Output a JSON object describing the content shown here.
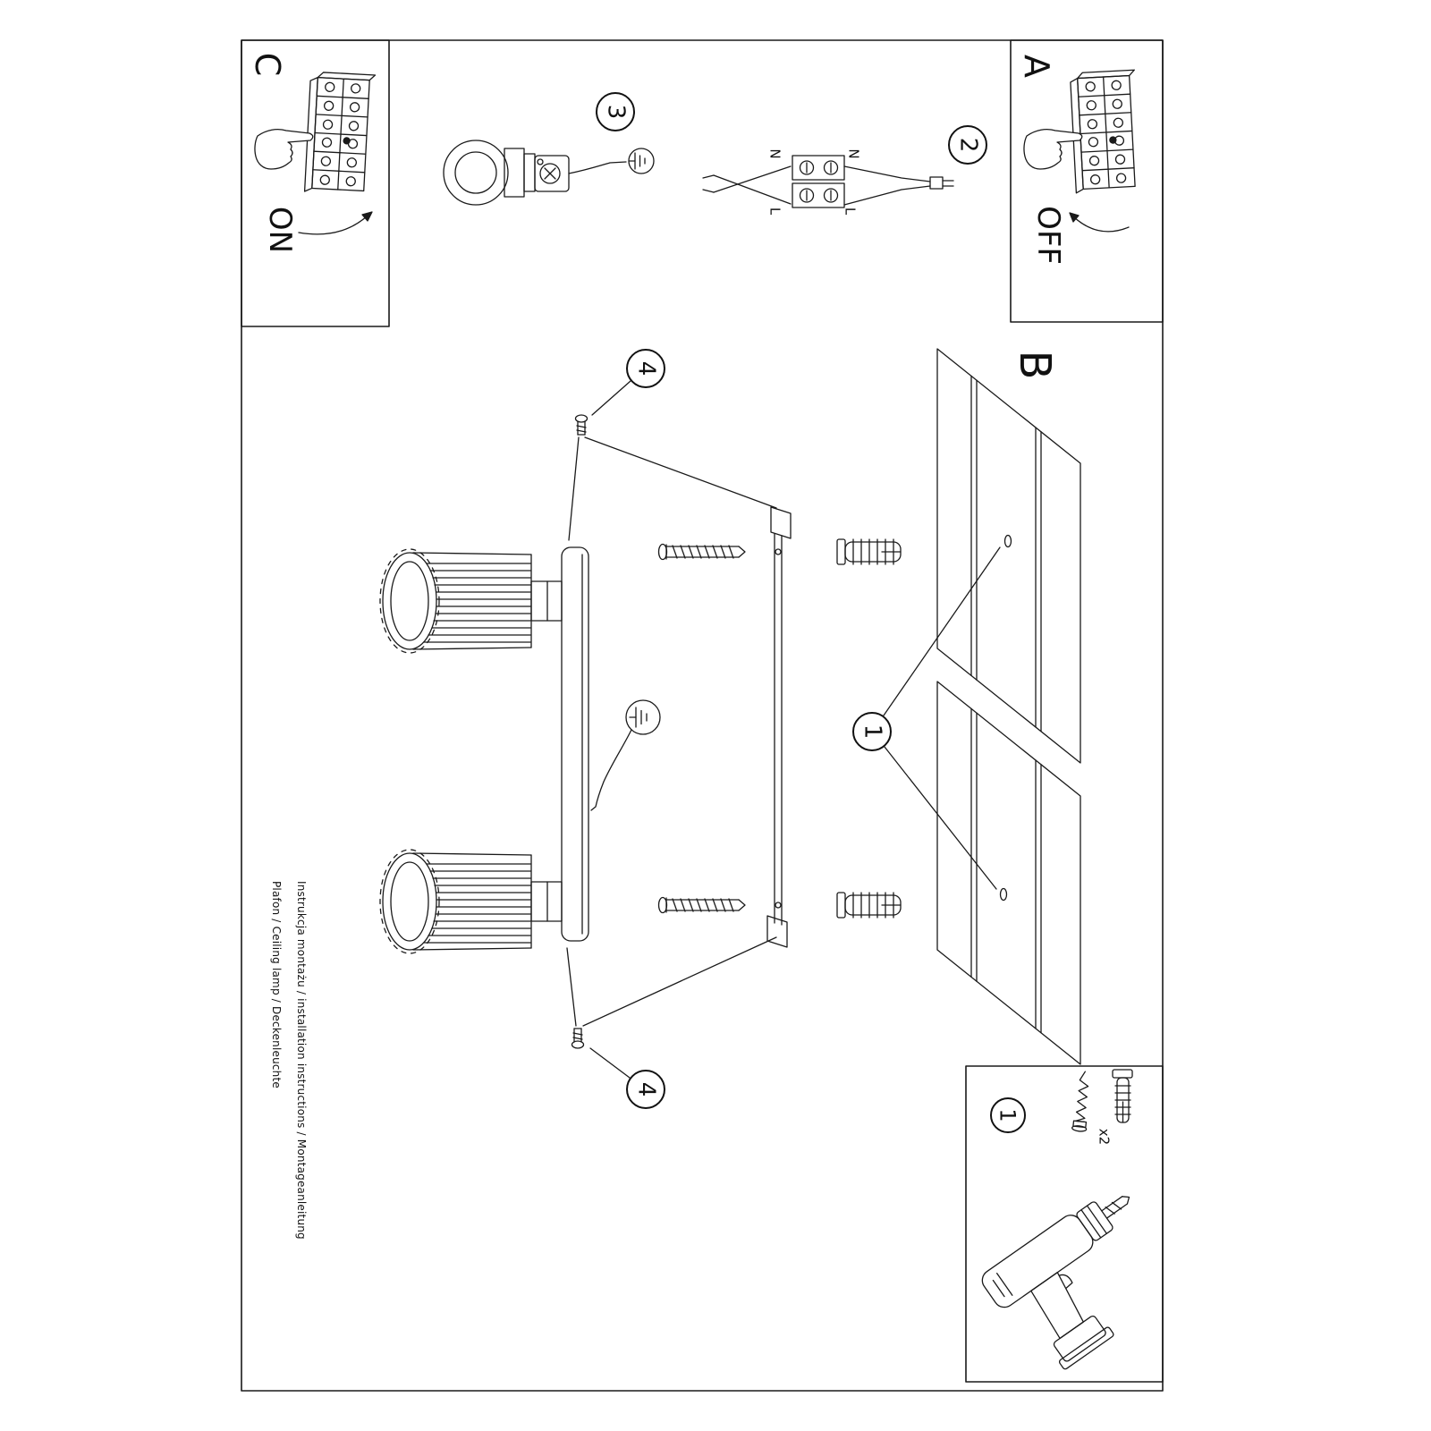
{
  "page": {
    "instructions_line": "Instrukcja montażu / installation instructions / Montageanleitung",
    "product_line": "Plafon / Ceiling lamp / Deckenleuchte"
  },
  "panels": {
    "c": {
      "letter": "C",
      "switch_state": "ON"
    },
    "a": {
      "letter": "A",
      "switch_state": "OFF"
    },
    "b": {
      "letter": "B"
    }
  },
  "callouts": {
    "one": "1",
    "two": "2",
    "three": "3",
    "four": "4"
  },
  "wiring": {
    "neutral": "N",
    "line": "L"
  },
  "parts": {
    "anchor_qty": "x2"
  },
  "colors": {
    "ink": "#1a1a1a",
    "paper": "#ffffff"
  }
}
